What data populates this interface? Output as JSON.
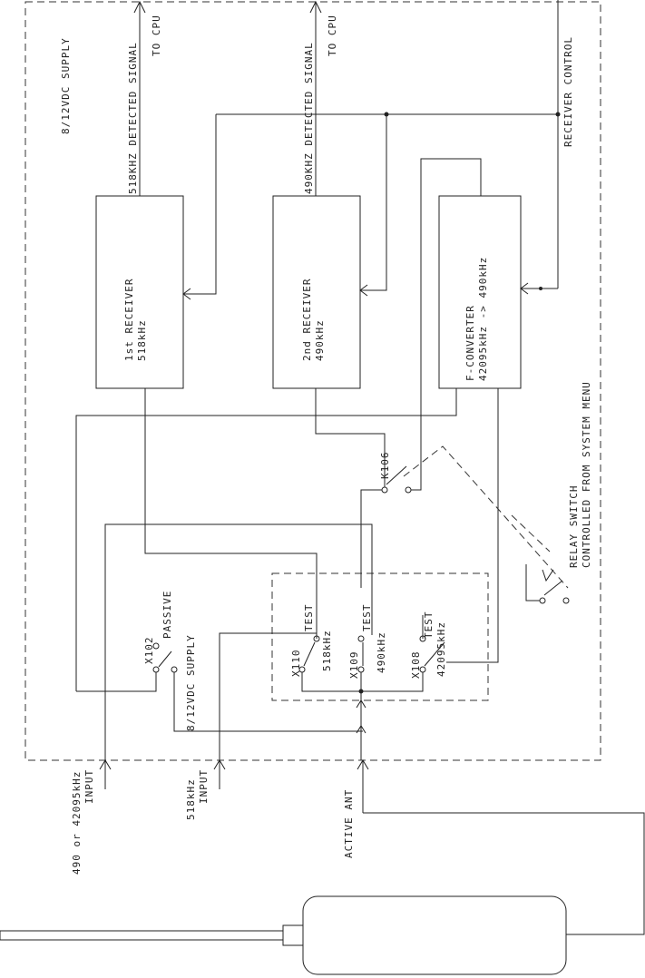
{
  "labels": {
    "supply_top": "8/12VDC SUPPLY",
    "signal_518": "518KHZ DETECTED SIGNAL",
    "signal_490": "490KHZ DETECTED SIGNAL",
    "to_cpu": "TO CPU",
    "receiver_control": "RECEIVER CONTROL",
    "supply_mid": "8/12VDC SUPPLY",
    "relay_switch": "RELAY SWITCH",
    "relay_controlled": "CONTROLLED FROM SYSTEM MENU",
    "input_490_a": "490 or 42095kHz",
    "input_490_b": "INPUT",
    "input_518_a": "518kHz",
    "input_518_b": "INPUT",
    "active_ant": "ACTIVE ANT"
  },
  "blocks": {
    "rx1_a": "1st RECEIVER",
    "rx1_b": "518kHz",
    "rx2_a": "2nd RECEIVER",
    "rx2_b": "490kHz",
    "conv_a": "F-CONVERTER",
    "conv_b": "42095kHz -> 490kHz"
  },
  "relays": {
    "k106": "K106",
    "x102": "X102",
    "passive": "PASSIVE",
    "x110": "X110",
    "x110_test": "TEST",
    "x110_freq": "518kHz",
    "x109": "X109",
    "x109_test": "TEST",
    "x109_freq": "490kHz",
    "x108": "X108",
    "x108_test": "TEST",
    "x108_freq": "42095kHz"
  }
}
